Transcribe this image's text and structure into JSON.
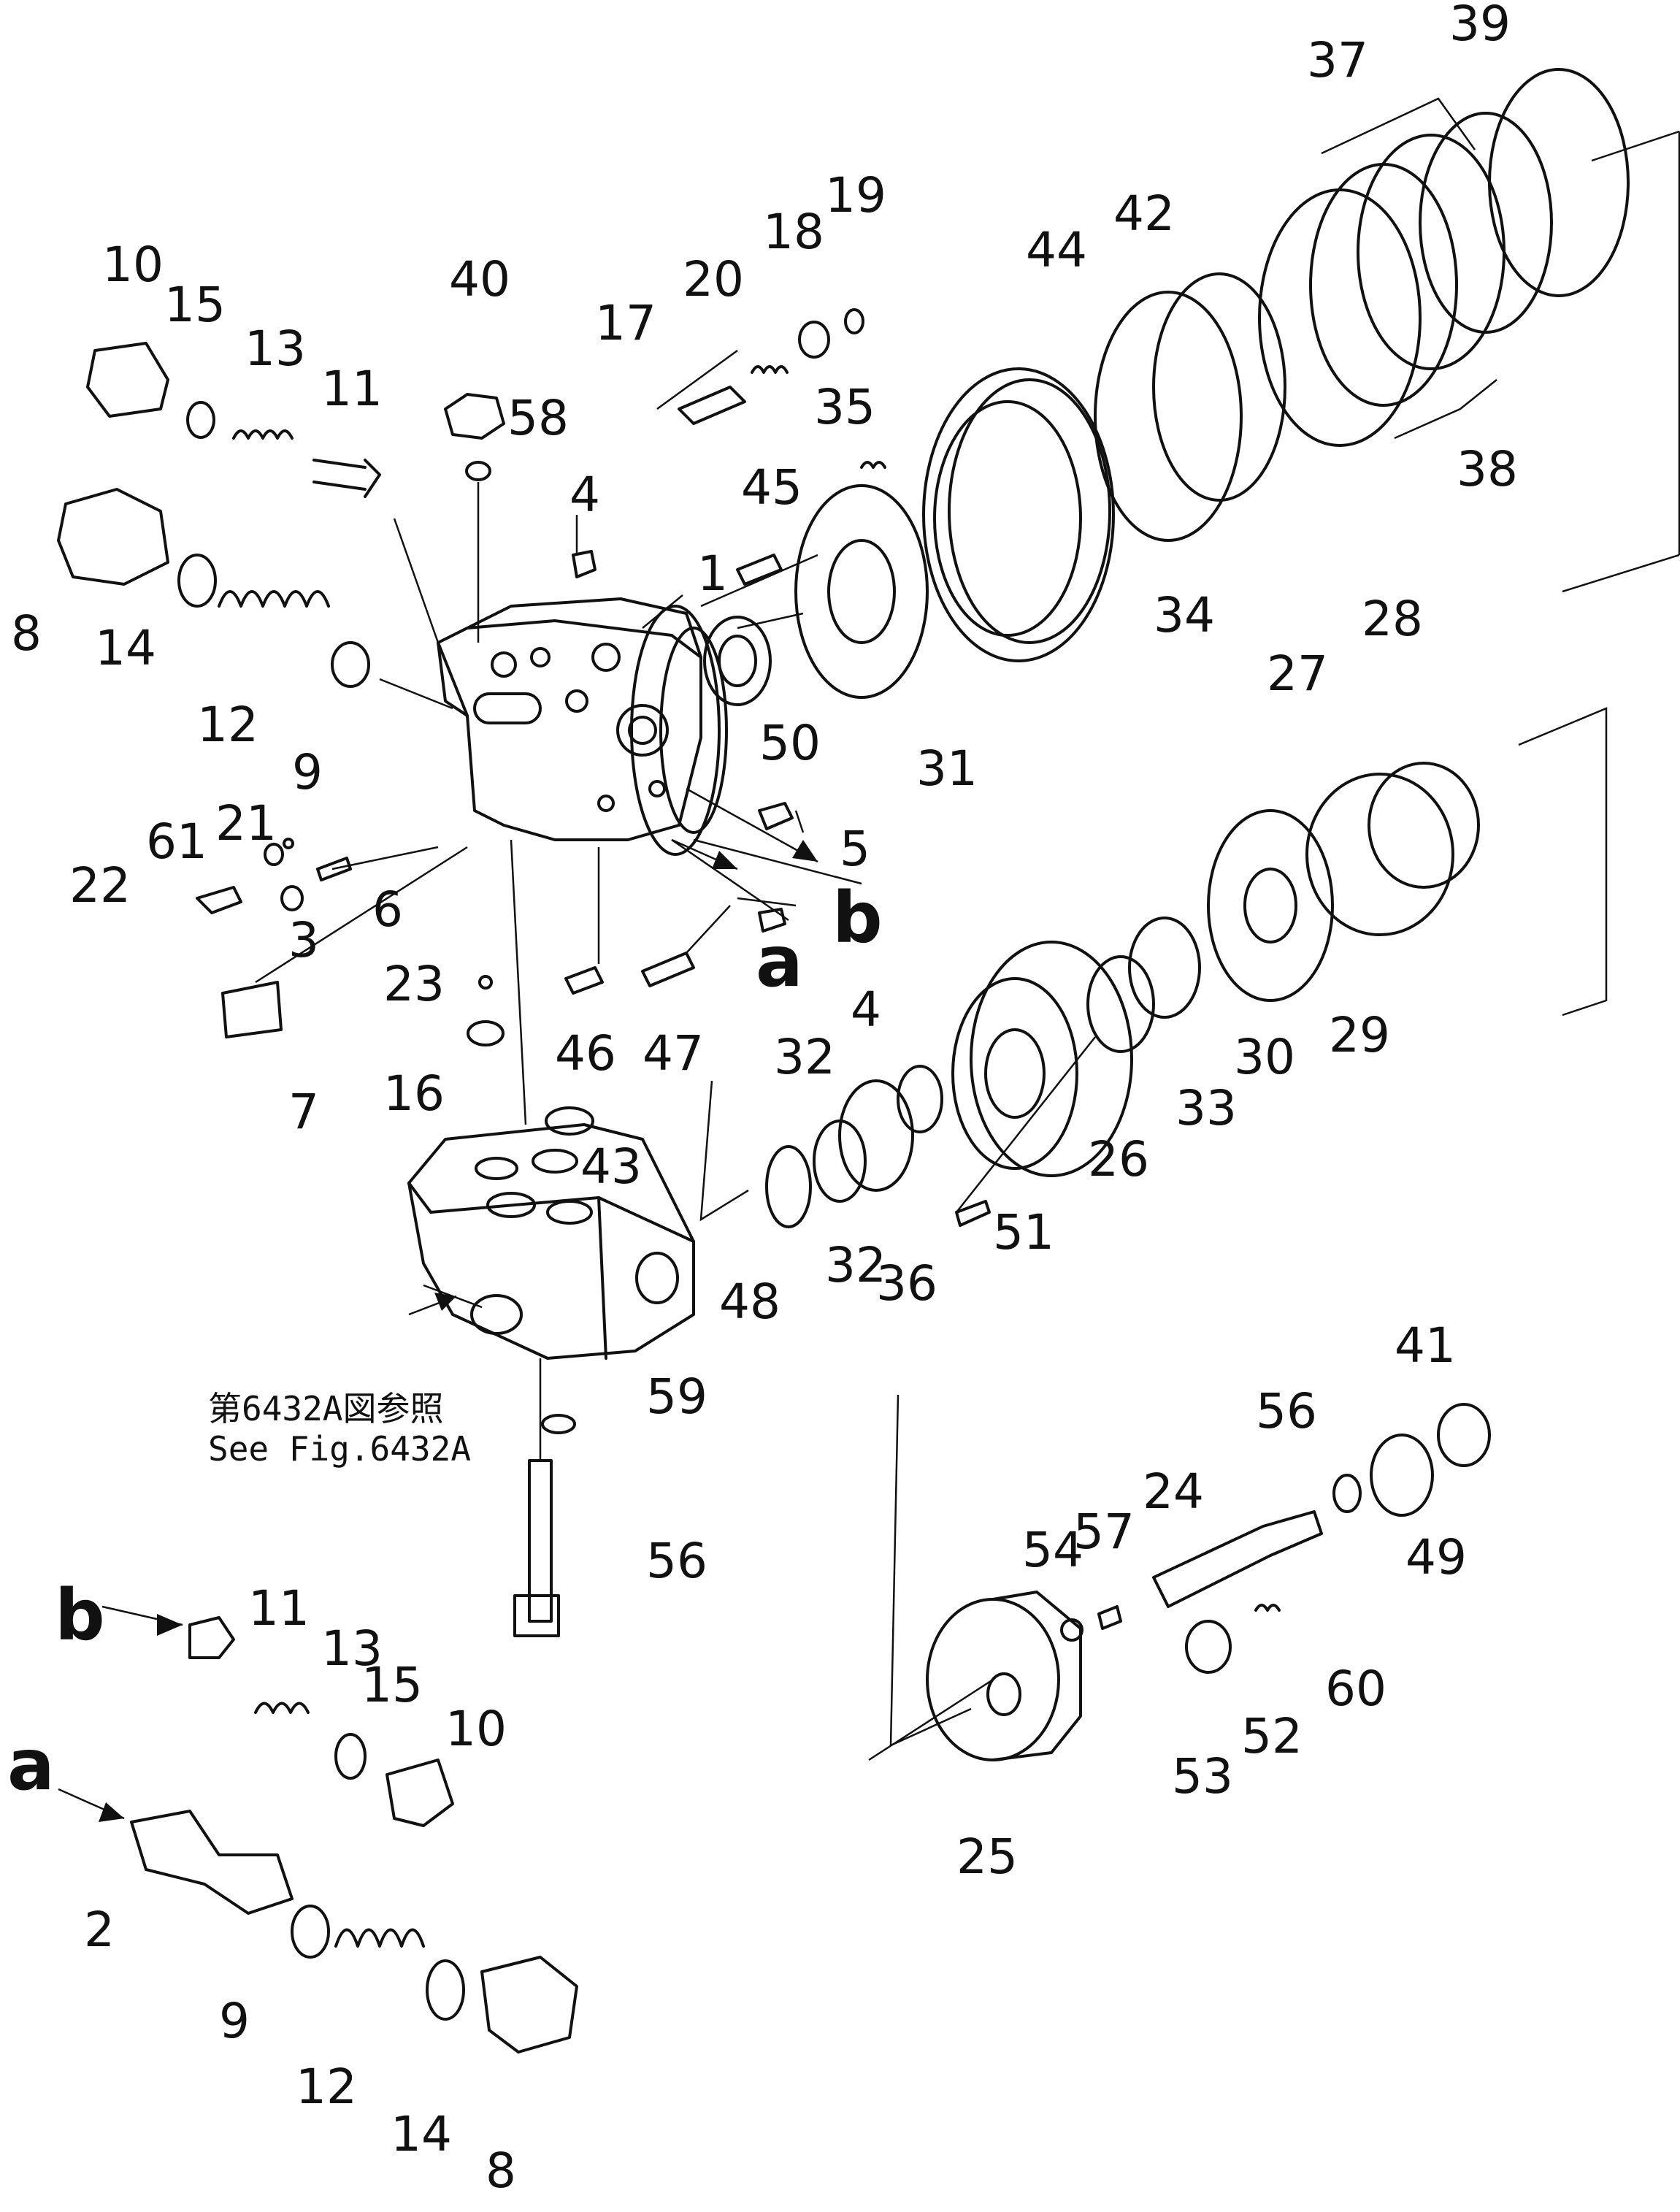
{
  "diagram": {
    "callouts": [
      "1",
      "2",
      "3",
      "4",
      "4",
      "5",
      "6",
      "7",
      "8",
      "8",
      "9",
      "9",
      "10",
      "10",
      "11",
      "11",
      "12",
      "12",
      "13",
      "13",
      "14",
      "14",
      "15",
      "15",
      "16",
      "17",
      "18",
      "19",
      "20",
      "21",
      "22",
      "23",
      "24",
      "25",
      "26",
      "27",
      "28",
      "29",
      "30",
      "31",
      "32",
      "32",
      "33",
      "34",
      "35",
      "36",
      "37",
      "38",
      "39",
      "40",
      "41",
      "42",
      "43",
      "44",
      "45",
      "46",
      "47",
      "48",
      "49",
      "50",
      "51",
      "52",
      "53",
      "54",
      "56",
      "56",
      "57",
      "58",
      "59",
      "60",
      "61"
    ],
    "flow_letters": [
      "a",
      "b",
      "b",
      "a"
    ],
    "reference_note": {
      "line1": "第6432A図参照",
      "line2": "See Fig.6432A"
    }
  }
}
